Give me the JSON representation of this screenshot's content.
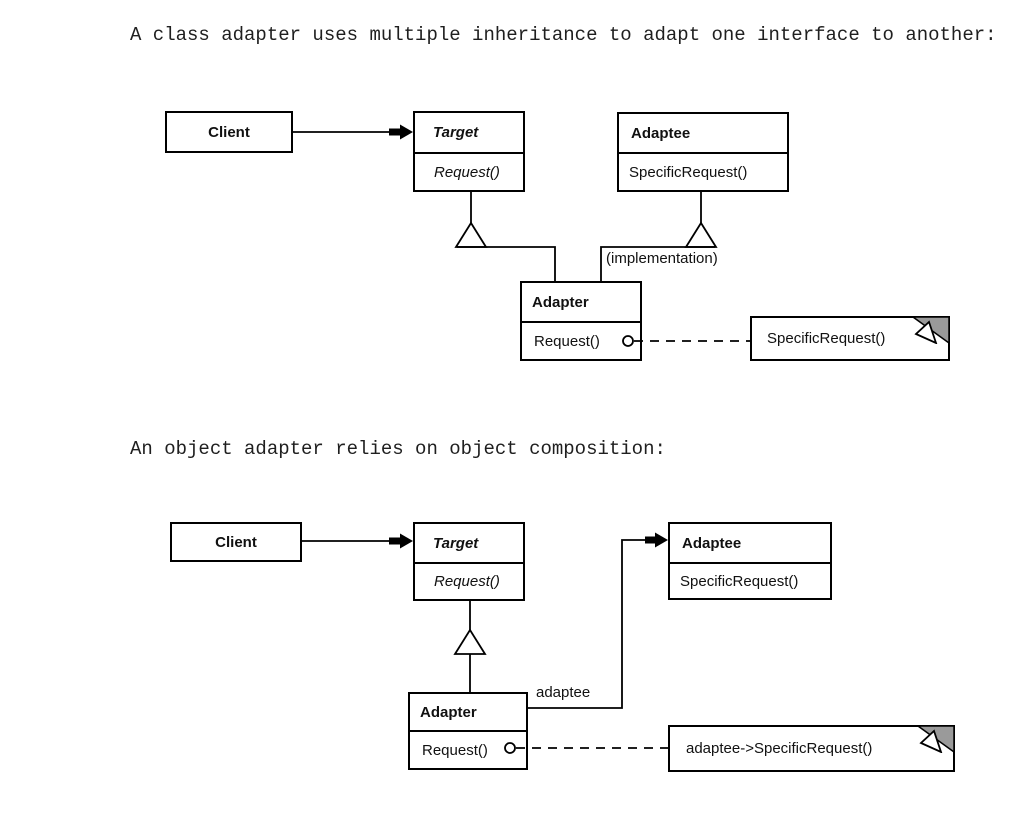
{
  "colors": {
    "ink": "#000000",
    "paper": "#ffffff",
    "note_fold": "#9a9a9a"
  },
  "captions": {
    "class_adapter": "A class adapter uses multiple inheritance to adapt one interface to another:",
    "object_adapter": "An object adapter relies on object composition:"
  },
  "class_diagram": {
    "client": {
      "name": "Client"
    },
    "target": {
      "name": "Target",
      "method": "Request()"
    },
    "adaptee": {
      "name": "Adaptee",
      "method": "SpecificRequest()"
    },
    "adapter": {
      "name": "Adapter",
      "method": "Request()"
    },
    "implementation_label": "(implementation)",
    "note_text": "SpecificRequest()"
  },
  "object_diagram": {
    "client": {
      "name": "Client"
    },
    "target": {
      "name": "Target",
      "method": "Request()"
    },
    "adaptee": {
      "name": "Adaptee",
      "method": "SpecificRequest()"
    },
    "adapter": {
      "name": "Adapter",
      "method": "Request()"
    },
    "adaptee_role_label": "adaptee",
    "note_text": "adaptee->SpecificRequest()"
  }
}
